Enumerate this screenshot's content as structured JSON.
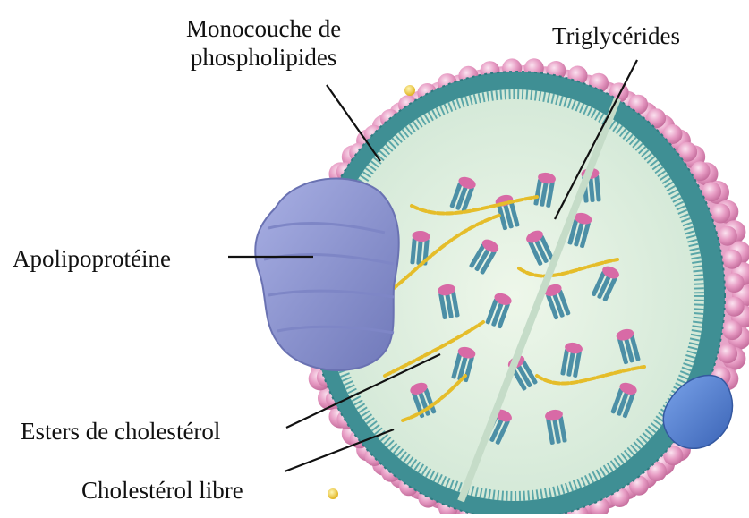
{
  "labels": {
    "monolayer_line1": "Monocouche de",
    "monolayer_line2": "phospholipides",
    "triglycerides": "Triglycérides",
    "apolipoprotein": "Apolipoprotéine",
    "cholesterol_esters": "Esters de cholestérol",
    "free_cholesterol": "Cholestérol libre"
  },
  "colors": {
    "phospholipid_heads": "#e79cc4",
    "phospholipid_tails": "#3e8e93",
    "core": "#dbeedd",
    "apolipoprotein": "#8a93cf",
    "small_protein": "#4f7fd1",
    "lipid_chain": "#e5bd2a",
    "pink_cap": "#d86aa6"
  }
}
